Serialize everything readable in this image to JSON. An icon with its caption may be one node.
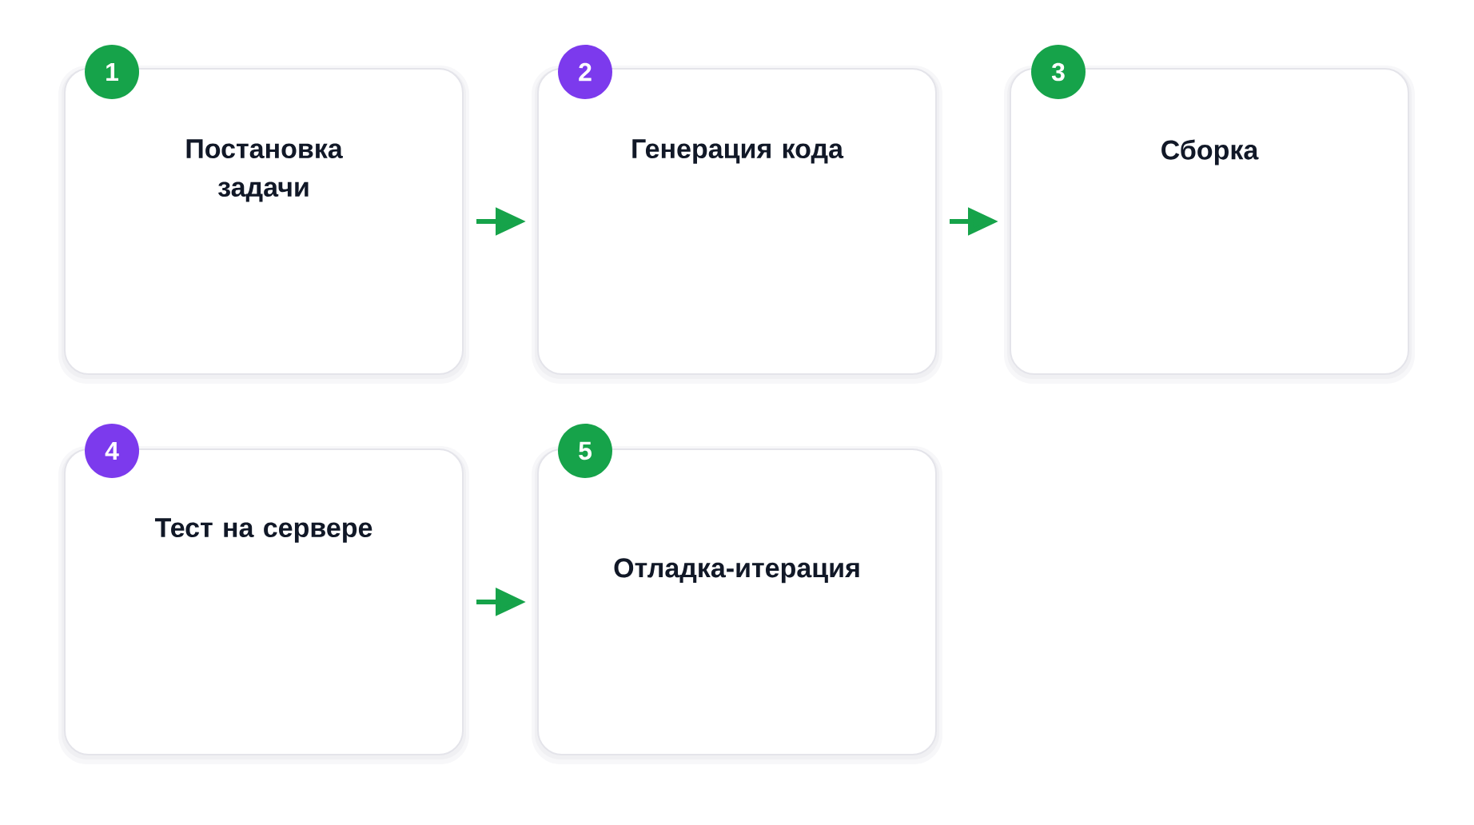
{
  "diagram": {
    "nodes": [
      {
        "text": [
          "Постановка задачи"
        ]
      },
      {
        "text": [
          "1"
        ]
      },
      {
        "text": [
          "Генерация кода"
        ]
      },
      {
        "text": [
          "2"
        ]
      },
      {
        "text": [
          "Сборка"
        ]
      },
      {
        "text": [
          "3"
        ]
      },
      {
        "text": [
          "Тест на сервере"
        ]
      },
      {
        "text": [
          "4"
        ]
      },
      {
        "text": [
          "Отладка-итерация"
        ]
      },
      {
        "text": [
          "5"
        ]
      }
    ],
    "edges": [
      {
        "from": 0,
        "to": 2,
        "arrow": "to"
      },
      {
        "from": 2,
        "to": 4,
        "arrow": "to"
      },
      {
        "from": 6,
        "to": 8,
        "arrow": "to"
      }
    ]
  }
}
